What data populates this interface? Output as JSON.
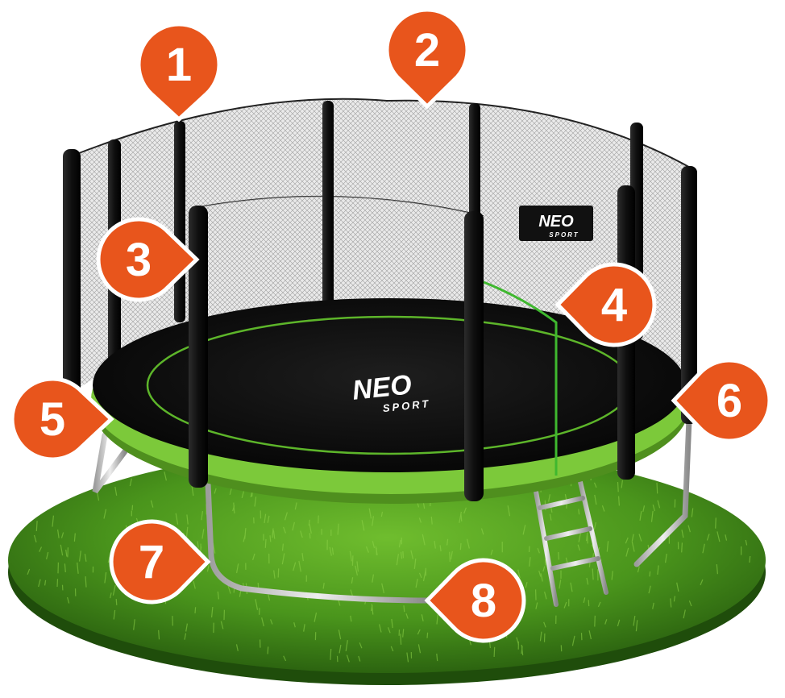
{
  "brand": {
    "name": "NEO",
    "sub": "SPORT"
  },
  "colors": {
    "grass_dark": "#2f6d12",
    "grass_light": "#5fae26",
    "mat": "#0b0b0b",
    "padding_green": "#7cc93a",
    "pole": "#151515",
    "net": "#3a3a3a",
    "marker_fill": "#e8551c",
    "marker_stroke": "#ffffff",
    "steel": "#c9c9c9"
  },
  "markers": [
    {
      "id": 1,
      "label": "1",
      "part": "net-pole-top"
    },
    {
      "id": 2,
      "label": "2",
      "part": "safety-net"
    },
    {
      "id": 3,
      "label": "3",
      "part": "foam-pole-cover"
    },
    {
      "id": 4,
      "label": "4",
      "part": "net-entrance-zipper"
    },
    {
      "id": 5,
      "label": "5",
      "part": "spring-cover-padding"
    },
    {
      "id": 6,
      "label": "6",
      "part": "jumping-mat"
    },
    {
      "id": 7,
      "label": "7",
      "part": "w-leg"
    },
    {
      "id": 8,
      "label": "8",
      "part": "leg-frame"
    }
  ]
}
